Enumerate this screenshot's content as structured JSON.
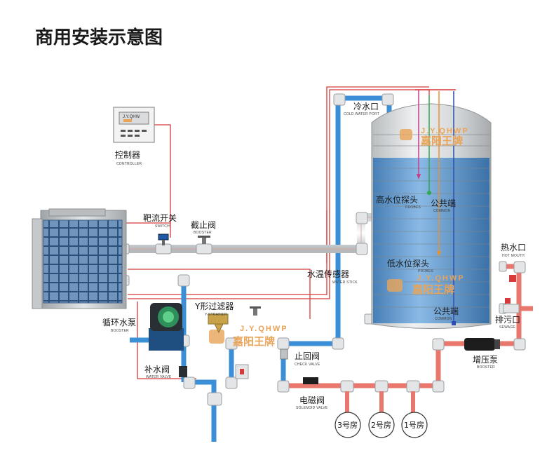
{
  "title": "商用安装示意图",
  "labels": {
    "controller": {
      "cn": "控制器",
      "en": "CONTROLLER"
    },
    "switch": {
      "cn": "靶流开关",
      "en": "SWITCH"
    },
    "stop_valve": {
      "cn": "截止阀",
      "en": "BOOSTER"
    },
    "cold_water_port": {
      "cn": "冷水口",
      "en": "COLD WATER PORT"
    },
    "high_probe": {
      "cn": "高水位探头",
      "en": "PROBES"
    },
    "common_top": {
      "cn": "公共端",
      "en": "COMMON"
    },
    "low_probe": {
      "cn": "低水位探头",
      "en": "PROBES"
    },
    "water_sensor": {
      "cn": "水温传感器",
      "en": "WATER STICK"
    },
    "common_bottom": {
      "cn": "公共端",
      "en": "COMMON"
    },
    "hot_water_port": {
      "cn": "热水口",
      "en": "HOT MOUTH"
    },
    "sewage": {
      "cn": "排污口",
      "en": "SEWAGE"
    },
    "circ_pump": {
      "cn": "循环水泵",
      "en": "BOOSTER"
    },
    "y_strainer": {
      "cn": "Y形过滤器",
      "en": "Y-STRAINER"
    },
    "check_valve": {
      "cn": "止回阀",
      "en": "CHECK VALVE"
    },
    "booster_pump": {
      "cn": "增压泵",
      "en": "BOOSTER"
    },
    "water_valve": {
      "cn": "补水阀",
      "en": "WATER VALVE"
    },
    "solenoid": {
      "cn": "电磁阀",
      "en": "SOLENOID VALVE"
    }
  },
  "rooms": [
    "3号房",
    "2号房",
    "1号房"
  ],
  "controller_panel": {
    "brand": "J.Y.QHW",
    "icon": "controller-panel-icon"
  },
  "watermark": {
    "latin": "J.Y.QHWP",
    "cn": "嘉阳王牌"
  },
  "colors": {
    "cold_pipe": "#3a8fd6",
    "hot_pipe": "#e8786e",
    "signal_wire": "#d63a3a",
    "probe_green": "#2ea84a",
    "probe_orange": "#e8922e",
    "probe_blue": "#2f4fb0",
    "tank_water": "#2f7dcc",
    "watermark": "#e9a458"
  }
}
